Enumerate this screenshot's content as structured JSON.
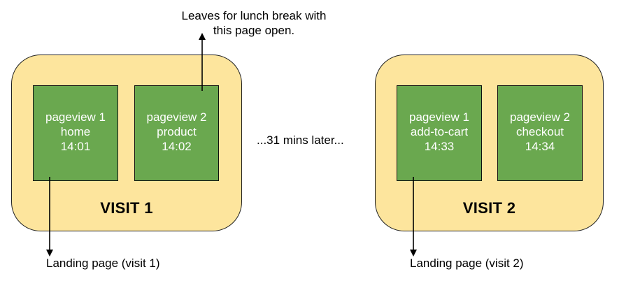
{
  "visits": [
    {
      "label": "VISIT 1",
      "pageviews": [
        {
          "title": "pageview 1",
          "page": "home",
          "time": "14:01"
        },
        {
          "title": "pageview 2",
          "page": "product",
          "time": "14:02"
        }
      ],
      "landing_note": "Landing page (visit 1)"
    },
    {
      "label": "VISIT 2",
      "pageviews": [
        {
          "title": "pageview 1",
          "page": "add-to-cart",
          "time": "14:33"
        },
        {
          "title": "pageview 2",
          "page": "checkout",
          "time": "14:34"
        }
      ],
      "landing_note": "Landing page (visit 2)"
    }
  ],
  "gap_text": "...31 mins later...",
  "lunch_note": "Leaves for lunch break with this page open.",
  "colors": {
    "visit_fill": "#fde59d",
    "pageview_fill": "#6aa84f",
    "pageview_text": "#ffffff",
    "arrow": "#000000"
  }
}
